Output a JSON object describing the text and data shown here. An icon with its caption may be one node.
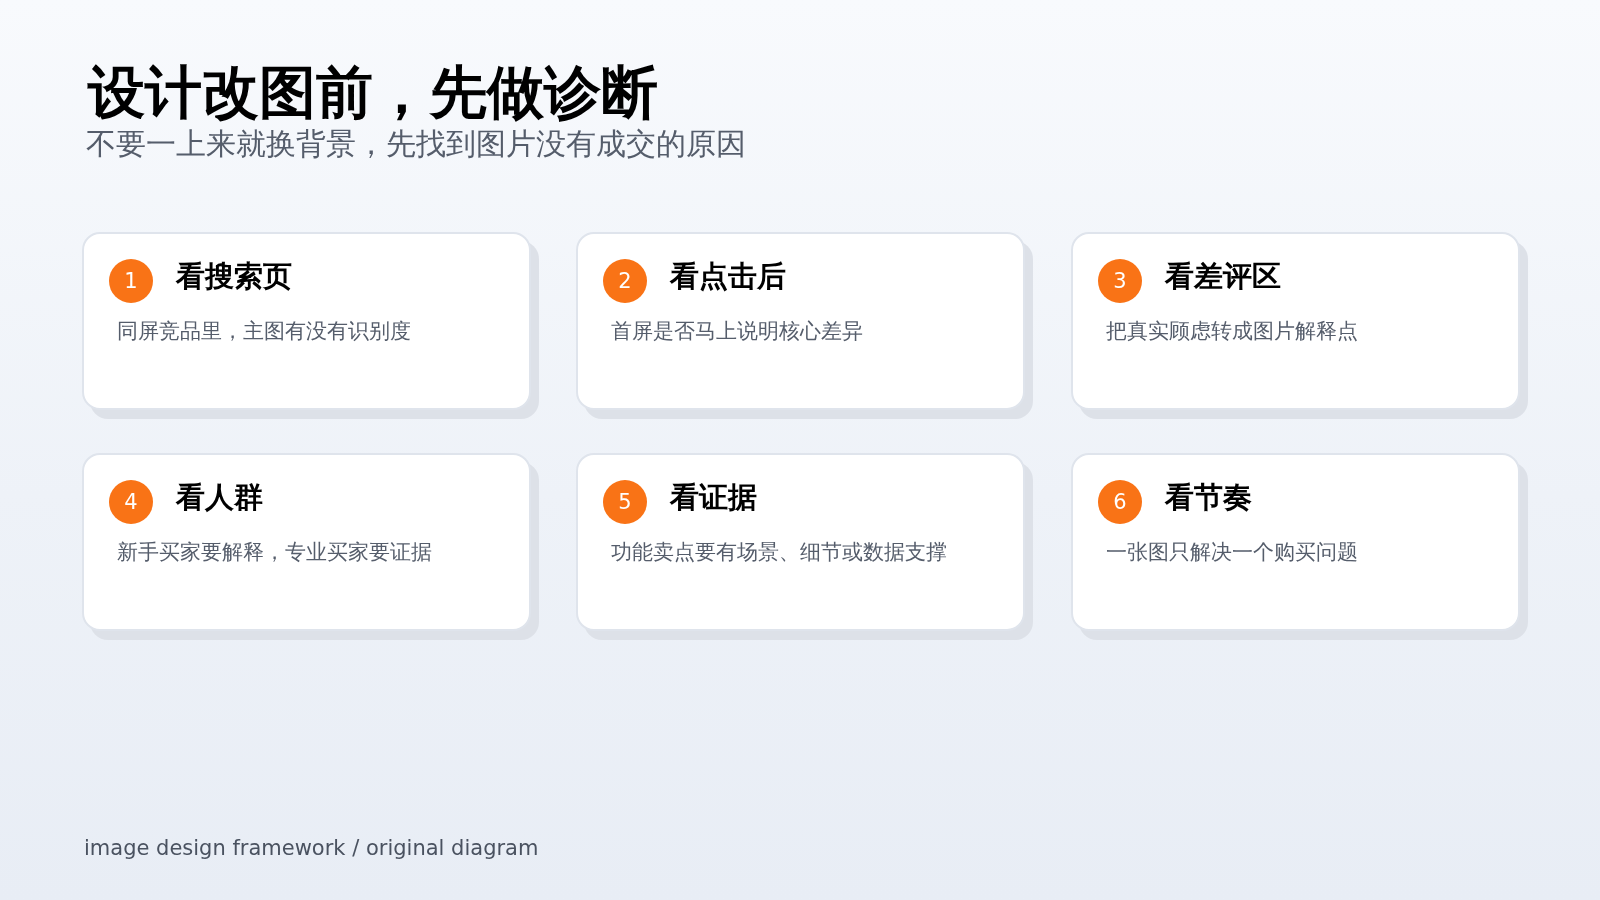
{
  "diagram": {
    "title": "设计改图前，先做诊断",
    "caption": "image design framework / original diagram",
    "nodes": [
      {
        "text": [
          "看搜索页",
          "同屏竞品里，主图有没有识别度"
        ]
      },
      {
        "text": [
          "1"
        ],
        "in": 0
      },
      {
        "text": [
          "看点击后",
          "首屏是否马上说明核心差异"
        ]
      },
      {
        "text": [
          "2"
        ],
        "in": 2
      },
      {
        "text": [
          "看差评区",
          "把真实顾虑转成图片解释点"
        ]
      },
      {
        "text": [
          "3"
        ],
        "in": 4
      },
      {
        "text": [
          "看人群",
          "新手买家要解释，专业买家要证据"
        ]
      },
      {
        "text": [
          "4"
        ],
        "in": 6
      },
      {
        "text": [
          "看证据",
          "功能卖点要有场景、细节或数据支撑"
        ]
      },
      {
        "text": [
          "5"
        ],
        "in": 8
      },
      {
        "text": [
          "看节奏",
          "一张图只解决一个购买问题"
        ]
      },
      {
        "text": [
          "6"
        ],
        "in": 10
      }
    ],
    "labels": [
      "不要一上来就换背景，先找到图片没有成交的原因"
    ]
  }
}
